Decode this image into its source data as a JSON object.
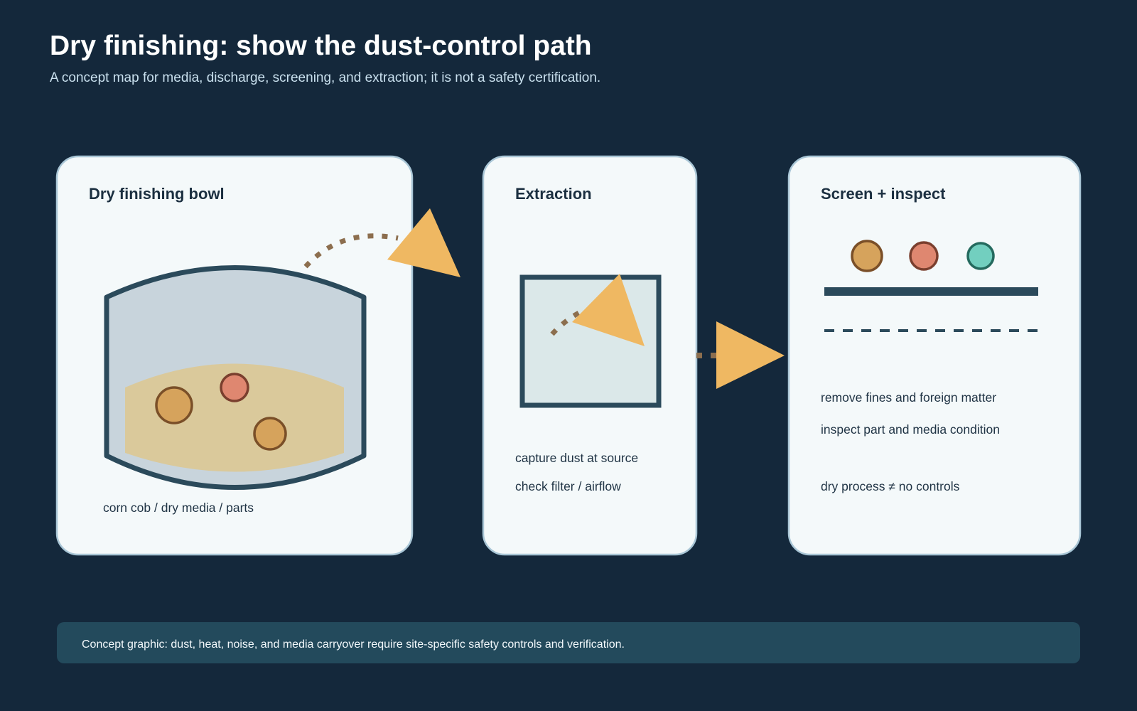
{
  "header": {
    "title": "Dry finishing: show the dust-control path",
    "subtitle": "A concept map for media, discharge, screening, and extraction; it is not a safety certification."
  },
  "panels": [
    {
      "title": "Dry finishing bowl",
      "lines": [
        "corn cob / dry media / parts"
      ]
    },
    {
      "title": "Extraction",
      "lines": [
        "capture dust at source",
        "check filter / airflow"
      ]
    },
    {
      "title": "Screen + inspect",
      "lines": [
        "remove fines and foreign matter",
        "inspect part and media condition",
        "dry process ≠ no controls"
      ]
    }
  ],
  "footer": {
    "text": "Concept graphic: dust, heat, noise, and media carryover require site-specific safety controls and verification."
  },
  "colors": {
    "background": "#14283b",
    "panel_fill": "#f4f9fa",
    "panel_border": "#a9c6d6",
    "outline": "#2b4a5b",
    "arrow": "#efb862",
    "dust_path": "#8c6e4e",
    "media_fill": "#dac99b",
    "part_tan": "#d6a35c",
    "part_coral": "#df8770",
    "part_teal": "#72cfbf",
    "footer_fill": "#234a5c"
  }
}
